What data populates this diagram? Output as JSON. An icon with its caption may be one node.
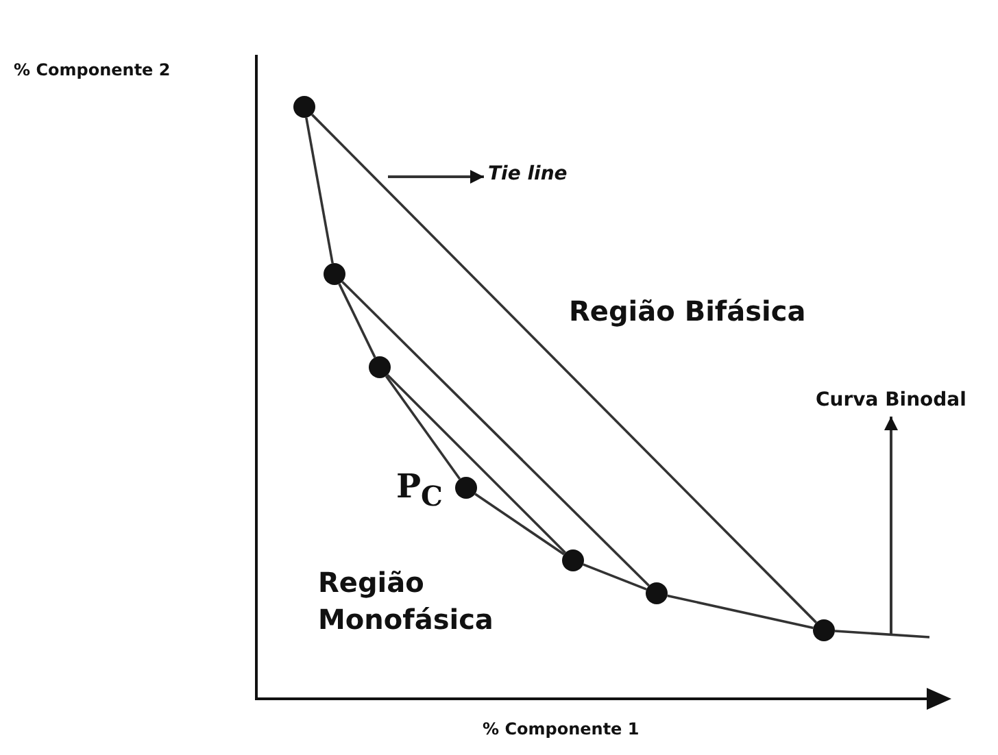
{
  "diagram": {
    "nodes": [
      {
        "text": [],
        "shape": "circle"
      },
      {
        "text": [],
        "shape": "circle"
      },
      {
        "text": [],
        "shape": "circle"
      },
      {
        "text": [],
        "shape": "circle",
        "beside": [
          "P$_{C}$"
        ]
      },
      {
        "text": [],
        "shape": "circle"
      },
      {
        "text": [],
        "shape": "circle"
      },
      {
        "text": [],
        "shape": "circle"
      },
      {
        "text": [
          "Tie line"
        ]
      },
      {
        "text": [
          "Curva Binodal"
        ]
      }
    ],
    "edges": [
      {
        "from": 0,
        "to": 6,
        "arrow": "none"
      },
      {
        "from": 1,
        "to": 5,
        "arrow": "none"
      },
      {
        "from": 2,
        "to": 4,
        "arrow": "none"
      },
      {
        "from": 0,
        "to": 1,
        "arrow": "none"
      },
      {
        "from": 1,
        "to": 2,
        "arrow": "none"
      },
      {
        "from": 2,
        "to": 3,
        "arrow": "none"
      },
      {
        "from": 3,
        "to": 4,
        "arrow": "none"
      },
      {
        "from": 4,
        "to": 5,
        "arrow": "none"
      },
      {
        "from": 5,
        "to": 6,
        "arrow": "none"
      },
      {
        "from": null,
        "to": 7,
        "arrow": "to"
      },
      {
        "from": null,
        "to": 8,
        "arrow": "to"
      }
    ],
    "labels": [
      "% Componente 2",
      "Região Bifásica",
      "Região Monofásica",
      "% Componente 1"
    ]
  }
}
